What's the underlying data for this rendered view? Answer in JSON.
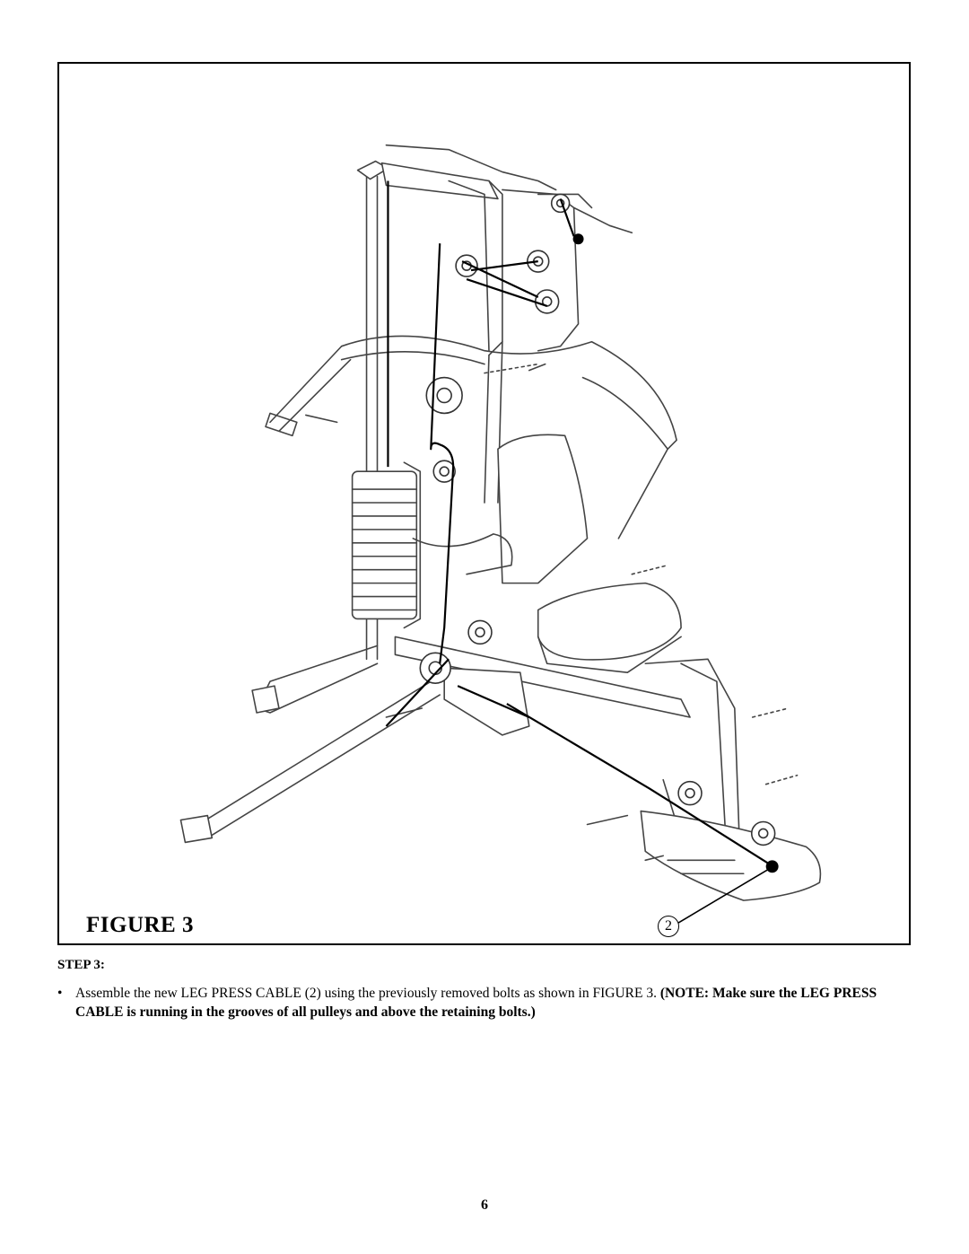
{
  "figure": {
    "caption": "FIGURE 3",
    "callout_number": "2",
    "illustration": "line-drawing-home-gym-leg-press-cable"
  },
  "step": {
    "heading": "STEP 3:",
    "bullet": "•",
    "instruction_text": "Assemble the new LEG PRESS CABLE (2) using the previously removed bolts as shown in FIGURE 3. ",
    "instruction_note": "(NOTE: Make sure the LEG PRESS CABLE is running in the grooves of all pulleys and above the retaining bolts.)"
  },
  "footer": {
    "page_number": "6"
  }
}
